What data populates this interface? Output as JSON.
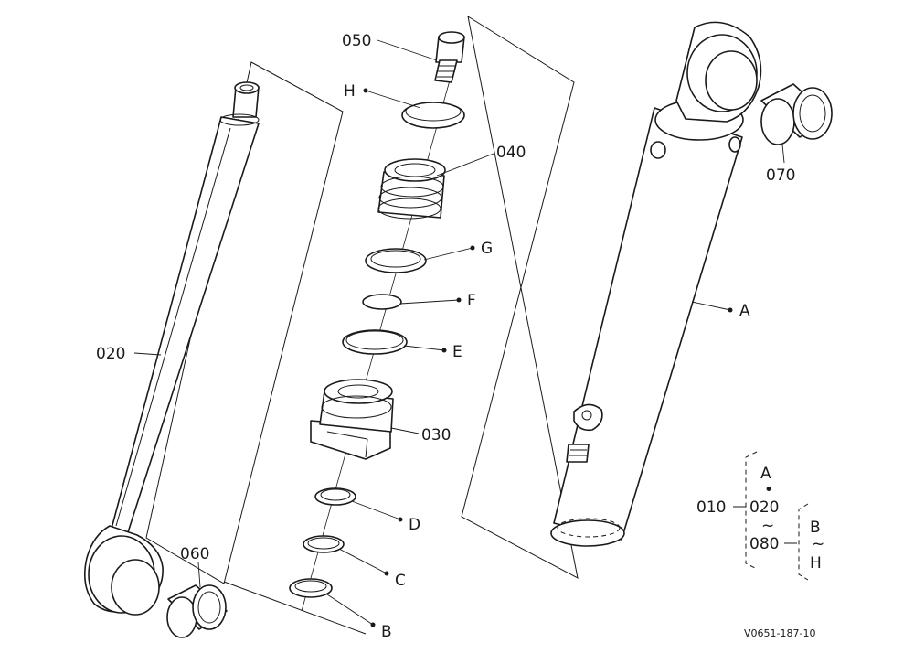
{
  "callouts": {
    "p050": "050",
    "pH": "H",
    "p040": "040",
    "pG": "G",
    "pF": "F",
    "pE": "E",
    "p030": "030",
    "pD": "D",
    "pC": "C",
    "pB": "B",
    "p020": "020",
    "p060": "060",
    "p070": "070",
    "pA": "A"
  },
  "legend": {
    "assembly": "010",
    "top": "A",
    "dot": "•",
    "from": "020",
    "tilde1": "~",
    "to": "080",
    "right_top": "B",
    "tilde2": "~",
    "right_bottom": "H"
  },
  "drawing_ref": "V0651-187-10"
}
